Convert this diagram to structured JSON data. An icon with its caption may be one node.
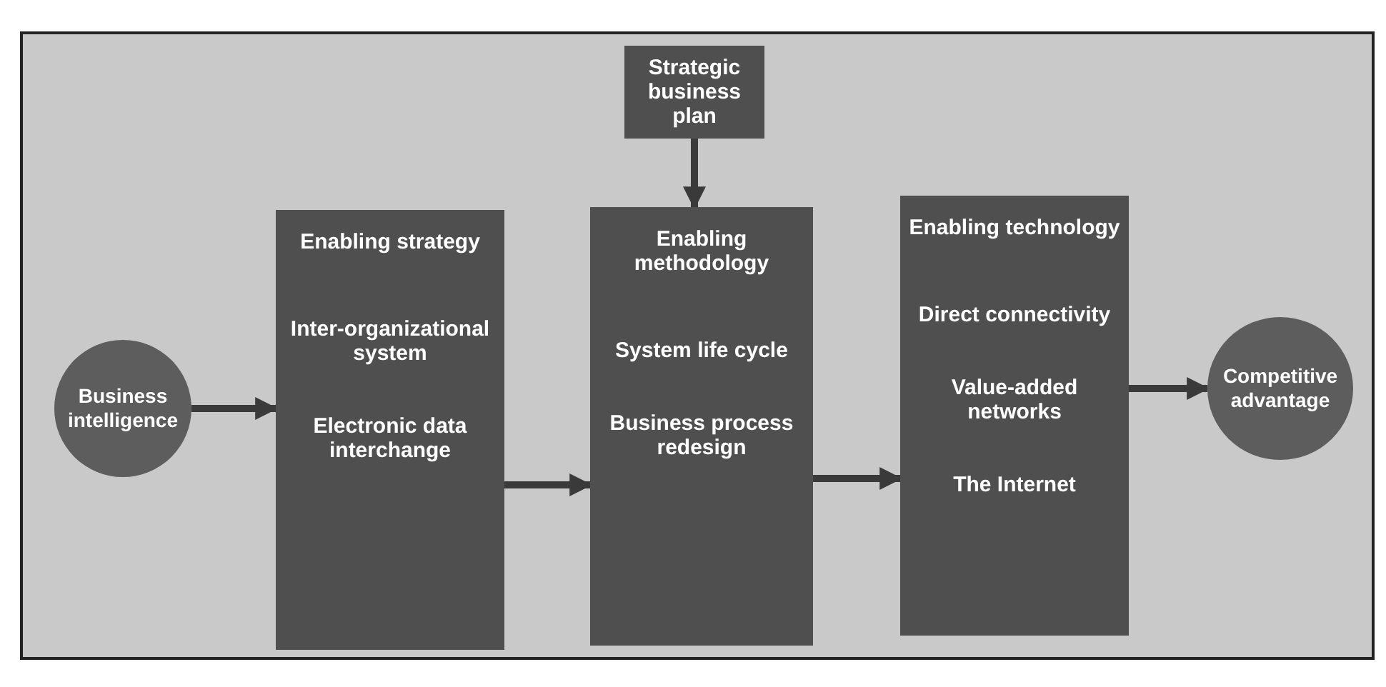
{
  "diagram": {
    "nodes": [
      {
        "text": [
          "Business intelligence"
        ]
      },
      {
        "text": [
          "Enabling strategy",
          "Inter-organizational system",
          "Electronic data interchange"
        ]
      },
      {
        "text": [
          "Strategic business plan"
        ]
      },
      {
        "text": [
          "Enabling methodology",
          "System life cycle",
          "Business process redesign"
        ]
      },
      {
        "text": [
          "Enabling technology",
          "Direct connectivity",
          "Value-added networks",
          "The Internet"
        ]
      },
      {
        "text": [
          "Competitive advantage"
        ]
      }
    ],
    "edges": [
      {
        "from": 0,
        "to": 1,
        "arrow": "to"
      },
      {
        "from": 1,
        "to": 3,
        "arrow": "to"
      },
      {
        "from": 2,
        "to": 3,
        "arrow": "to"
      },
      {
        "from": 3,
        "to": 4,
        "arrow": "to"
      },
      {
        "from": 4,
        "to": 5,
        "arrow": "to"
      }
    ]
  }
}
